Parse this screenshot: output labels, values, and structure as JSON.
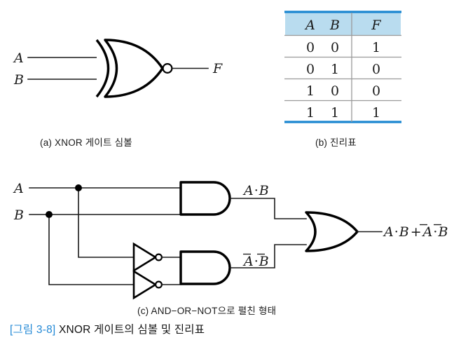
{
  "figure": {
    "number": "[그림 3-8]",
    "title": "XNOR 게이트의 심볼 및 진리표"
  },
  "colors": {
    "accent_blue": "#2389d6",
    "table_rule_blue": "#1a86d0",
    "table_header_fill": "#b9dcef",
    "table_minor_rule": "#9a9a9a",
    "ink": "#1a1a1a"
  },
  "panel_a": {
    "caption": "(a) XNOR 게이트 심볼",
    "gate_type": "XNOR",
    "inputs": [
      "A",
      "B"
    ],
    "output": "F"
  },
  "panel_b": {
    "caption": "(b) 진리표",
    "chart_data": {
      "type": "table",
      "title": "XNOR truth table",
      "columns": [
        "A",
        "B",
        "F"
      ],
      "rows": [
        [
          "0",
          "0",
          "1"
        ],
        [
          "0",
          "1",
          "0"
        ],
        [
          "1",
          "0",
          "0"
        ],
        [
          "1",
          "1",
          "1"
        ]
      ]
    }
  },
  "panel_c": {
    "caption": "(c) AND−OR−NOT으로 펼친 형태",
    "inputs": [
      "A",
      "B"
    ],
    "and_gate_top_label": "A·B",
    "and_gate_bottom_label": "A̅·B̅",
    "output_label": "A·B+A̅·B̅",
    "gates": [
      "AND",
      "AND",
      "OR",
      "NOT",
      "NOT"
    ]
  }
}
